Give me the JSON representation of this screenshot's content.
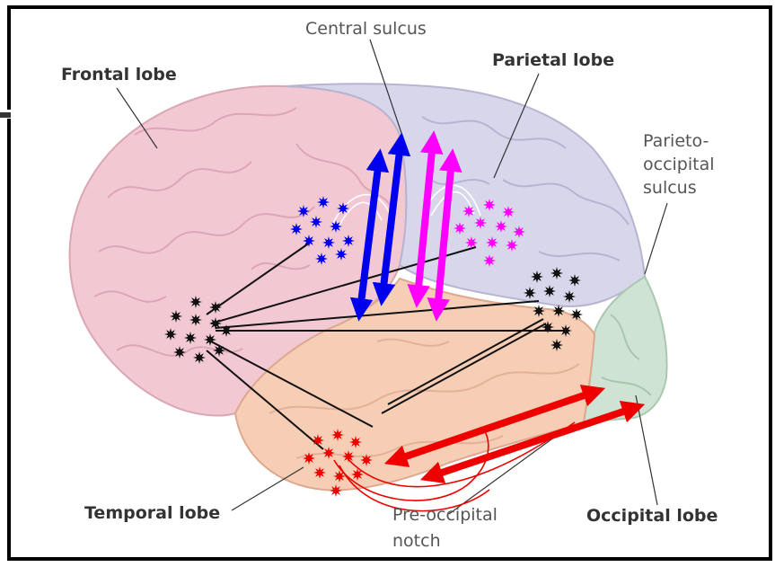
{
  "labels": {
    "frontal": "Frontal lobe",
    "central": "Central sulcus",
    "parietal": "Parietal lobe",
    "parieto_occipital_1": "Parieto-",
    "parieto_occipital_2": "occipital",
    "parieto_occipital_3": "sulcus",
    "temporal": "Temporal lobe",
    "pre_occipital_1": "Pre-occipital",
    "pre_occipital_2": "notch",
    "occipital": "Occipital lobe"
  },
  "colors": {
    "frontal": "#f2c9d3",
    "parietal": "#d7d6ea",
    "temporal": "#f6cdb5",
    "occipital": "#cfe3d4",
    "blue": "#0000ee",
    "magenta": "#ff00ff",
    "red": "#ee0000",
    "black": "#111111"
  }
}
